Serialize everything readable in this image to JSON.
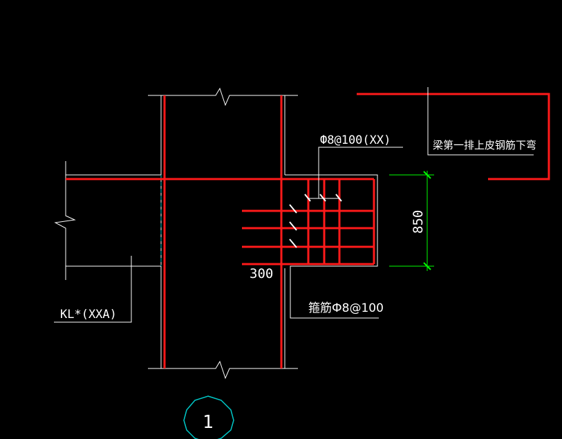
{
  "colors": {
    "background": "#000000",
    "rebar": "#ff1a1a",
    "outline": "#ffffff",
    "dimension": "#00ff00",
    "column_hidden": "#00c8c8",
    "detail_marker": "#00c8c8"
  },
  "labels": {
    "top_rebar_note": "梁第一排上皮钢筋下弯",
    "tie_bar_note": "Ф8@100(XX)",
    "stirrup_note": "箍筋Ф8@100",
    "beam_tag": "KL*(XXA)",
    "width_dim": "300",
    "height_dim": "850",
    "detail_number": "1"
  }
}
